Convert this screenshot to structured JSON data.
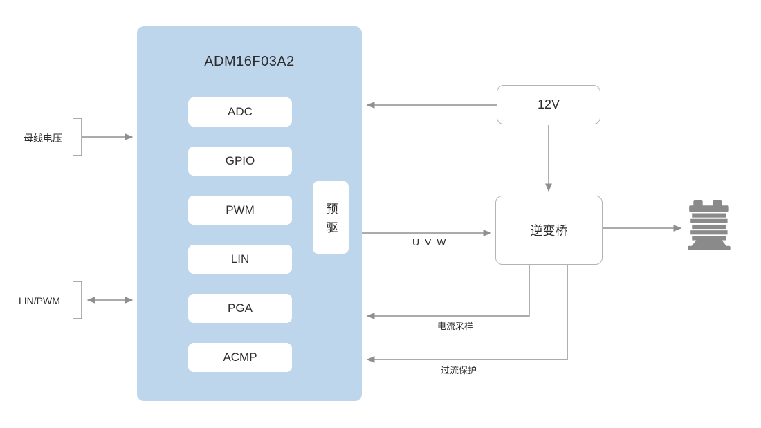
{
  "chip": {
    "title": "ADM16F03A2",
    "modules": [
      "ADC",
      "GPIO",
      "PWM",
      "LIN",
      "PGA",
      "ACMP"
    ],
    "predriver": "预驱"
  },
  "external": {
    "power": "12V",
    "inverter": "逆变桥"
  },
  "inputs": {
    "bus_voltage": "母线电压",
    "lin_pwm": "LIN/PWM"
  },
  "wire_labels": {
    "uvw": "U V W",
    "current_sampling": "电流采样",
    "overcurrent_protection": "过流保护"
  },
  "icons": {
    "motor": "motor-icon"
  },
  "colors": {
    "chip_fill": "#bdd6ec",
    "box_border": "#b3b3b3",
    "line": "#8f8f8f",
    "text": "#2d2d2d",
    "motor": "#8a8a8a"
  }
}
